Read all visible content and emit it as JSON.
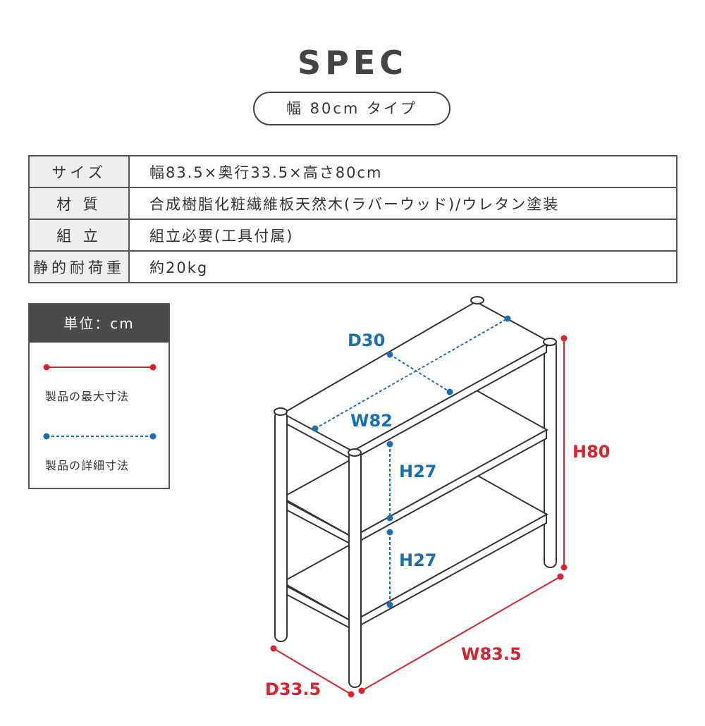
{
  "title": "SPEC",
  "subtitle": "幅 80cm タイプ",
  "specs": [
    {
      "label": "サイズ",
      "value": "幅83.5×奥行33.5×高さ80cm"
    },
    {
      "label": "材 質",
      "value": "合成樹脂化粧繊維板天然木(ラバーウッド)/ウレタン塗装"
    },
    {
      "label": "組 立",
      "value": "組立必要(工具付属)"
    },
    {
      "label": "静的耐荷重",
      "value": "約20kg"
    }
  ],
  "legend": {
    "header": "単位：cm",
    "max_label": "製品の最大寸法",
    "detail_label": "製品の詳細寸法"
  },
  "dimensions": {
    "d30": "D30",
    "w82": "W82",
    "h27a": "H27",
    "h27b": "H27",
    "h80": "H80",
    "w835": "W83.5",
    "d335": "D33.5"
  },
  "colors": {
    "red": "#d9232e",
    "blue": "#1a6fae"
  }
}
